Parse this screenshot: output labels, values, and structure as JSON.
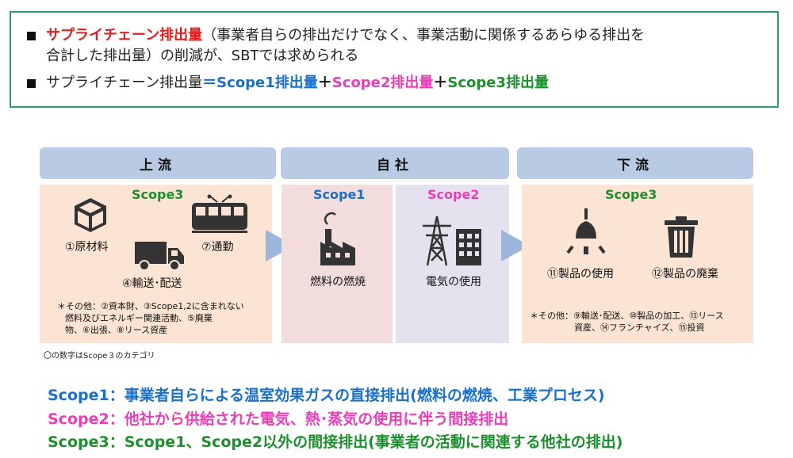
{
  "summary": {
    "line1_highlight": "サプライチェーン排出量",
    "line1_rest": "（事業者自らの排出だけでなく、事業活動に関係するあらゆる排出を",
    "line2": "合計した排出量）の削減が、SBTでは求められる",
    "eq_lhs": "サプライチェーン排出量",
    "eq_equals": "＝",
    "eq_scope1": "Scope1排出量",
    "eq_plus1": "＋",
    "eq_scope2": "Scope2排出量",
    "eq_plus2": "＋",
    "eq_scope3": "Scope3排出量"
  },
  "headers": {
    "upstream": "上流",
    "own": "自社",
    "downstream": "下流"
  },
  "upstream": {
    "scope": "Scope3",
    "raw_materials": "①原材料",
    "commuting": "⑦通勤",
    "transport": "④輸送･配送",
    "other_line1": "＊その他：②資本財、③Scope1,2に含まれない",
    "other_line2": "燃料及びエネルギー関連活動、⑤廃棄",
    "other_line3": "物、⑥出張、⑧リース資産"
  },
  "own": {
    "scope1": "Scope1",
    "fuel": "燃料の燃焼",
    "scope2": "Scope2",
    "electricity": "電気の使用"
  },
  "downstream": {
    "scope": "Scope3",
    "use": "⑪製品の使用",
    "disposal": "⑫製品の廃棄",
    "other_line1": "＊その他：⑨輸送･配送、⑩製品の加工、⑬リース",
    "other_line2": "資産、⑭フランチャイズ、⑮投資"
  },
  "footnote": "〇の数字はScope３のカテゴリ",
  "definitions": {
    "scope1": "Scope1：事業者自らによる温室効果ガスの直接排出(燃料の燃焼、工業プロセス)",
    "scope2": "Scope2：他社から供給された電気、熱･蒸気の使用に伴う間接排出",
    "scope3": "Scope3：Scope1、Scope2以外の間接排出(事業者の活動に関連する他社の排出)"
  },
  "colors": {
    "red": "#e01e1e",
    "blue": "#1a6fc9",
    "pink": "#e83fb6",
    "green": "#1e8f2e",
    "header": "#b9cbe4",
    "frame": "#2f9a74"
  }
}
